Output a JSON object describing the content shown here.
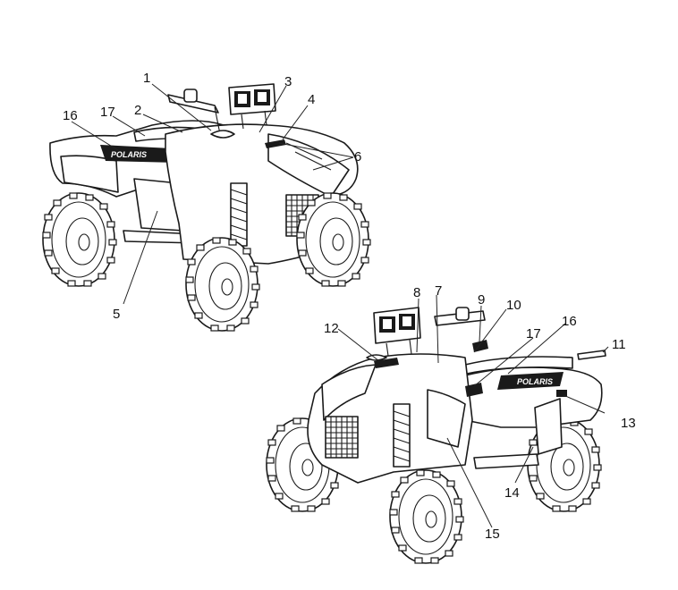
{
  "brand_text": "POLARIS",
  "colors": {
    "line": "#1a1a1a",
    "background": "#ffffff"
  },
  "callouts": {
    "c1": "1",
    "c2": "2",
    "c3": "3",
    "c4": "4",
    "c5": "5",
    "c6": "6",
    "c7": "7",
    "c8": "8",
    "c9": "9",
    "c10": "10",
    "c11": "11",
    "c12": "12",
    "c13": "13",
    "c14": "14",
    "c15": "15",
    "c16a": "16",
    "c16b": "16",
    "c17a": "17",
    "c17b": "17"
  }
}
